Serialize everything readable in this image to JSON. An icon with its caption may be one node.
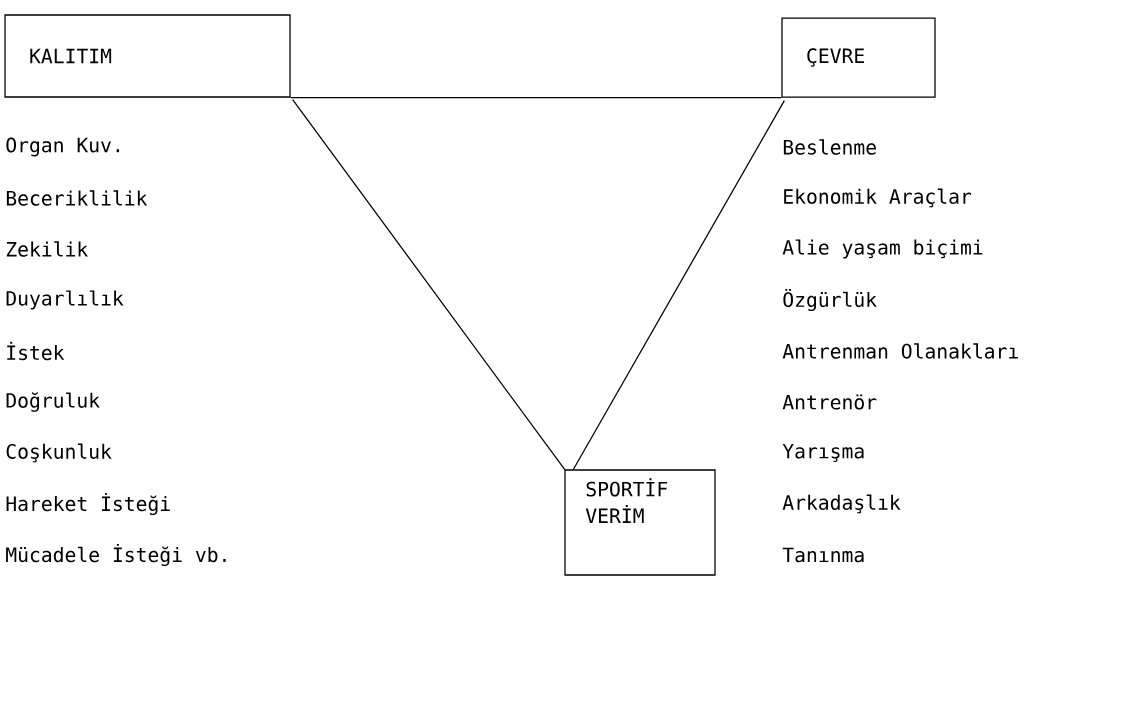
{
  "diagram": {
    "nodes": [
      {
        "text": [
          "KALITIM"
        ]
      },
      {
        "text": [
          "ÇEVRE"
        ]
      },
      {
        "text": [
          "SPORTİF VERİM"
        ]
      }
    ],
    "edges": [
      {
        "from": 0,
        "to": 1,
        "arrow": "none"
      },
      {
        "from": 1,
        "to": 2,
        "arrow": "none"
      },
      {
        "from": 2,
        "to": 0,
        "arrow": "none"
      }
    ],
    "labels": [
      "Organ Kuv.",
      "Beceriklilik",
      "Zekilik",
      "Duyarlılık",
      "İstek",
      "Doğruluk",
      "Coşkunluk",
      "Hareket İsteği",
      "Mücadele İsteği vb.",
      "Beslenme",
      "Ekonomik Araçlar",
      "Alie yaşam biçimi",
      "Özgürlük",
      "Antrenman Olanakları",
      "Antrenör",
      "Yarışma",
      "Arkadaşlık",
      "Tanınma"
    ]
  }
}
